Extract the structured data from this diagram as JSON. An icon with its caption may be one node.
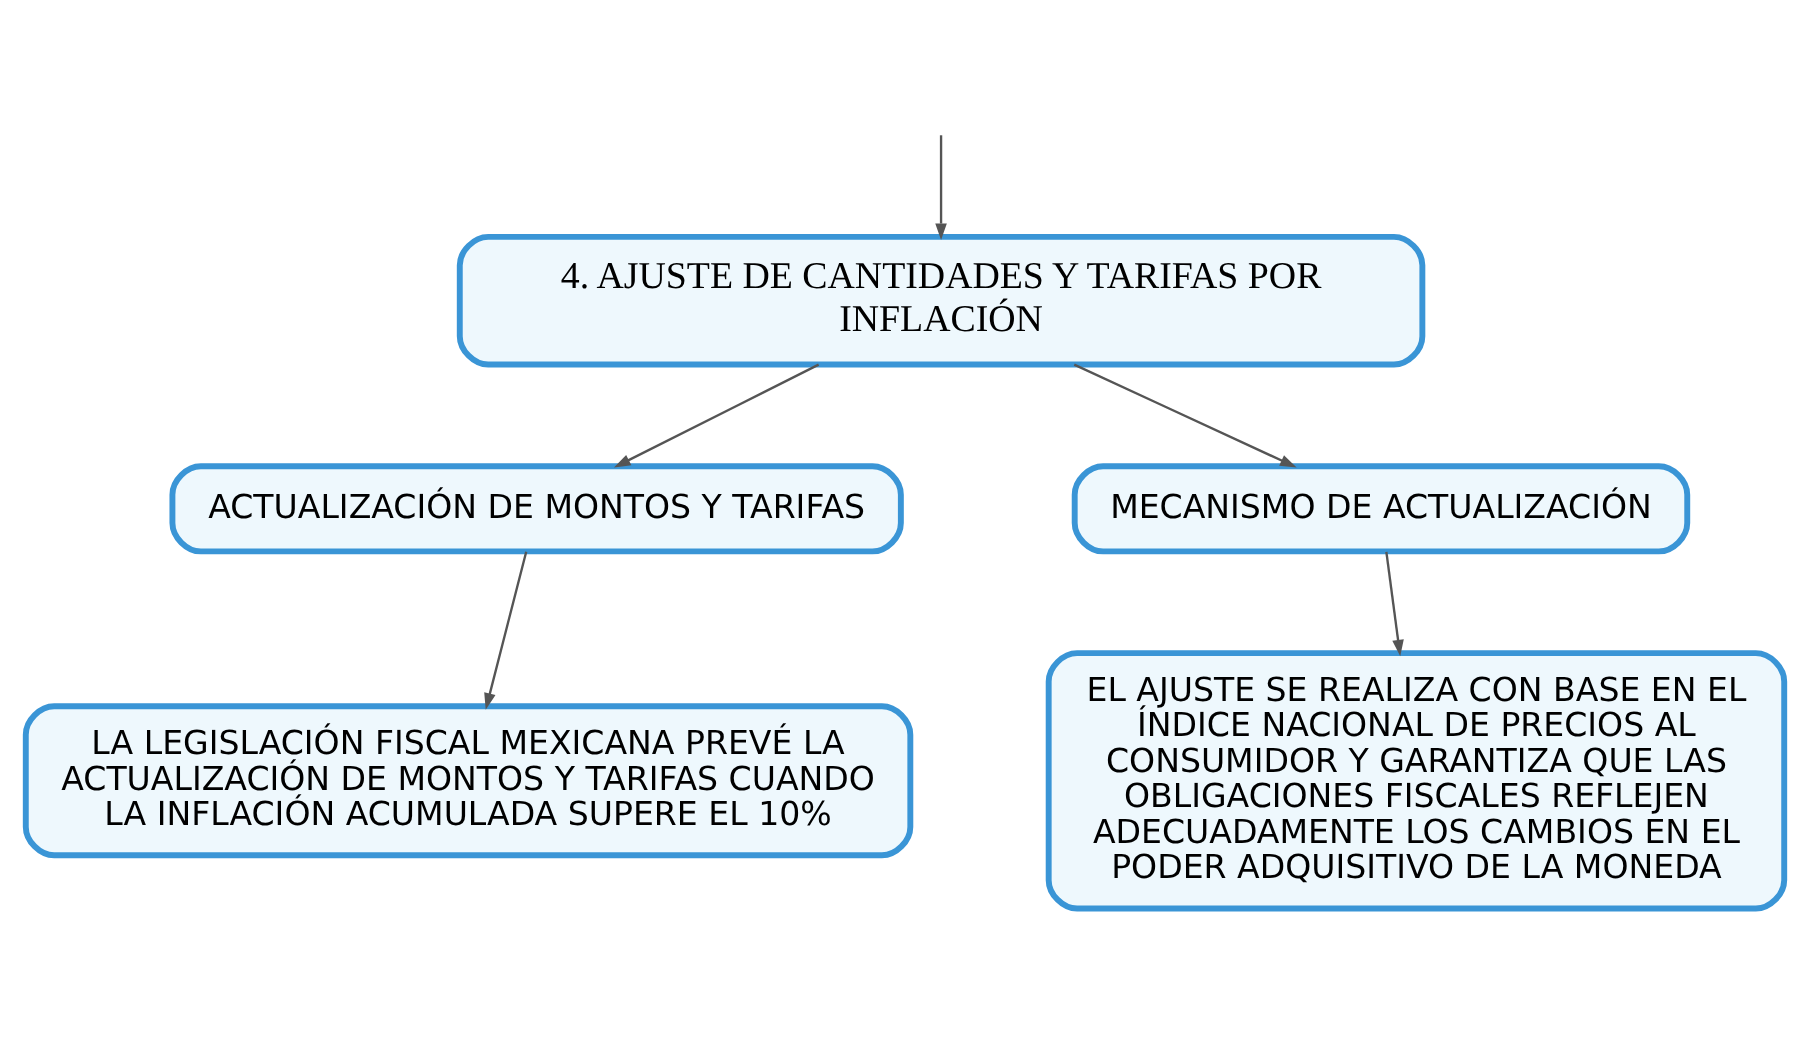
{
  "diagram": {
    "nodes": [
      {
        "text": [
          "4. AJUSTE DE CANTIDADES Y TARIFAS POR INFLACIÓN"
        ]
      },
      {
        "text": [
          "ACTUALIZACIÓN DE MONTOS Y TARIFAS"
        ]
      },
      {
        "text": [
          "MECANISMO DE ACTUALIZACIÓN"
        ]
      },
      {
        "text": [
          "LA LEGISLACIÓN FISCAL MEXICANA PREVÉ LA ACTUALIZACIÓN DE MONTOS Y TARIFAS CUANDO LA INFLACIÓN ACUMULADA SUPERE EL 10%"
        ]
      },
      {
        "text": [
          "EL AJUSTE SE REALIZA CON BASE EN EL ÍNDICE NACIONAL DE PRECIOS AL CONSUMIDOR Y GARANTIZA QUE LAS OBLIGACIONES FISCALES REFLEJEN ADECUADAMENTE LOS CAMBIOS EN EL PODER ADQUISITIVO DE LA MONEDA"
        ]
      }
    ],
    "edges": [
      {
        "from": null,
        "to": 0,
        "arrow": "to"
      },
      {
        "from": 0,
        "to": 1,
        "arrow": "to"
      },
      {
        "from": 0,
        "to": 2,
        "arrow": "to"
      },
      {
        "from": 1,
        "to": 3,
        "arrow": "to"
      },
      {
        "from": 2,
        "to": 4,
        "arrow": "to"
      }
    ]
  }
}
